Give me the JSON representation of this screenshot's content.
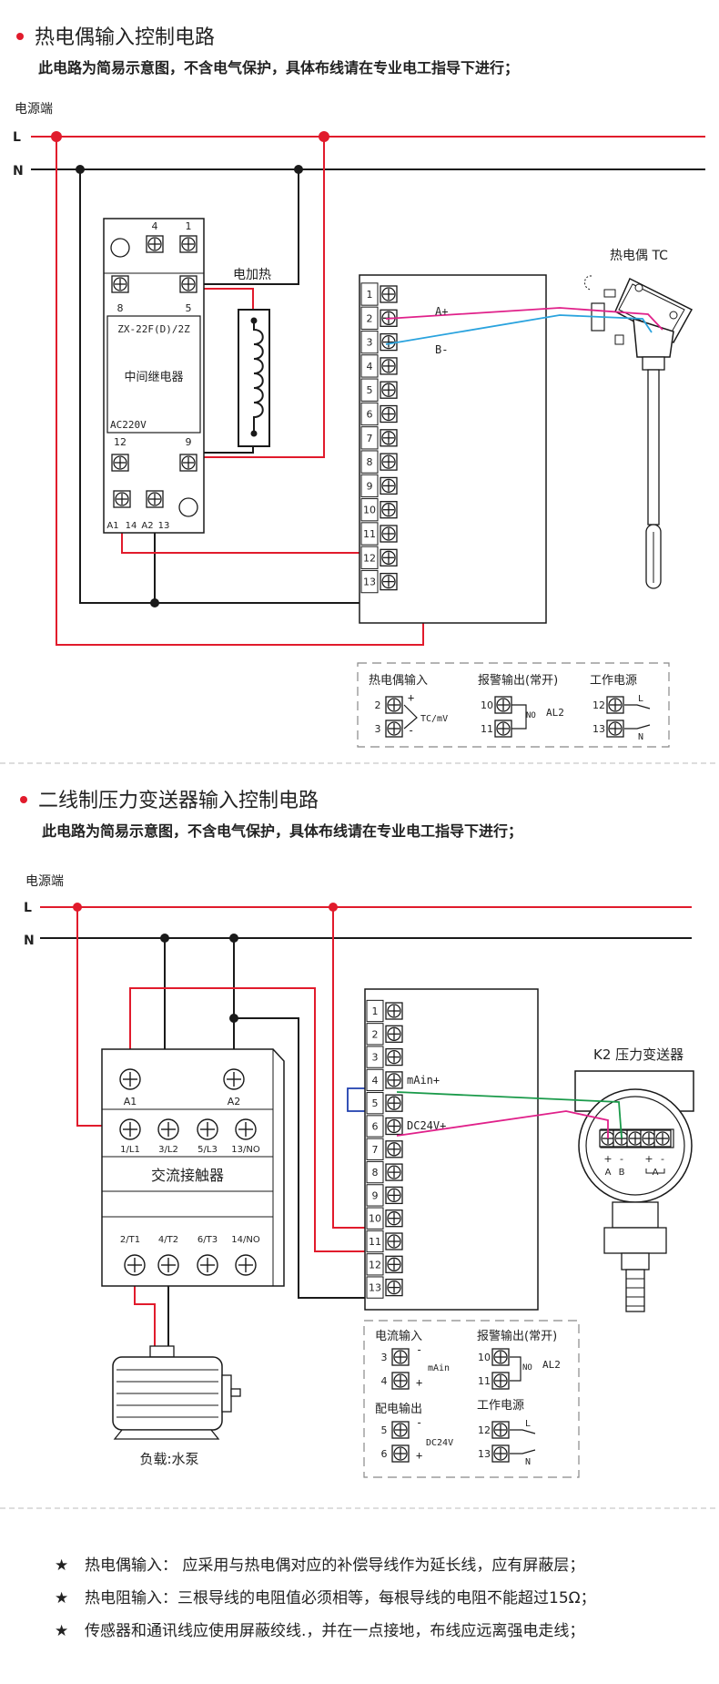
{
  "section1": {
    "title": "热电偶输入控制电路",
    "subtitle": "此电路为简易示意图，不含电气保护，具体布线请在专业电工指导下进行；",
    "power_label": "电源端",
    "L": "L",
    "N": "N",
    "relay": {
      "top_nums": [
        "4",
        "1"
      ],
      "mid_nums": [
        "8",
        "5"
      ],
      "model": "ZX-22F(D)/2Z",
      "name": "中间继电器",
      "voltage": "AC220V",
      "low_nums": [
        "12",
        "9"
      ],
      "bottom_labels": [
        "A1",
        "14",
        "A2",
        "13"
      ]
    },
    "heater_label": "电加热",
    "terminals": [
      "1",
      "2",
      "3",
      "4",
      "5",
      "6",
      "7",
      "8",
      "9",
      "10",
      "11",
      "12",
      "13"
    ],
    "wire_a": "A+",
    "wire_b": "B-",
    "sensor_label": "热电偶 TC",
    "legend": {
      "g1_title": "热电偶输入",
      "g1_nums": [
        "2",
        "3"
      ],
      "g1_signs": [
        "+",
        "-"
      ],
      "g1_signal": "TC/mV",
      "g2_title": "报警输出(常开)",
      "g2_nums": [
        "10",
        "11"
      ],
      "g2_no": "NO",
      "g2_out": "AL2",
      "g3_title": "工作电源",
      "g3_nums": [
        "12",
        "13"
      ],
      "g3_lines": [
        "L",
        "N"
      ]
    }
  },
  "section2": {
    "title": "二线制压力变送器输入控制电路",
    "subtitle": "此电路为简易示意图，不含电气保护，具体布线请在专业电工指导下进行；",
    "power_label": "电源端",
    "L": "L",
    "N": "N",
    "contactor": {
      "coil_labels": [
        "A1",
        "A2"
      ],
      "top_labels": [
        "1/L1",
        "3/L2",
        "5/L3",
        "13/NO"
      ],
      "name": "交流接触器",
      "bottom_labels": [
        "2/T1",
        "4/T2",
        "6/T3",
        "14/NO"
      ]
    },
    "terminals": [
      "1",
      "2",
      "3",
      "4",
      "5",
      "6",
      "7",
      "8",
      "9",
      "10",
      "11",
      "12",
      "13"
    ],
    "terminal_notes": [
      "mAin+",
      "DC24V+"
    ],
    "transmitter_label": "K2 压力变送器",
    "transmitter_signs": [
      "+",
      "-",
      "+",
      "-"
    ],
    "transmitter_ab": [
      "A",
      "B",
      "A"
    ],
    "load_label": "负载:水泵",
    "legend": {
      "g1_title": "电流输入",
      "g1_nums": [
        "3",
        "4"
      ],
      "g1_signs": [
        "-",
        "+"
      ],
      "g1_signal": "mAin",
      "g2_title": "报警输出(常开)",
      "g2_nums": [
        "10",
        "11"
      ],
      "g2_no": "NO",
      "g2_out": "AL2",
      "g3_title": "配电输出",
      "g3_nums": [
        "5",
        "6"
      ],
      "g3_signs": [
        "-",
        "+"
      ],
      "g3_signal": "DC24V",
      "g4_title": "工作电源",
      "g4_nums": [
        "12",
        "13"
      ],
      "g4_lines": [
        "L",
        "N"
      ]
    }
  },
  "notes": [
    {
      "star": "★",
      "text": "热电偶输入：  应采用与热电偶对应的补偿导线作为延长线，应有屏蔽层；"
    },
    {
      "star": "★",
      "text": "热电阻输入：三根导线的电阻值必须相等，每根导线的电阻不能超过15Ω；"
    },
    {
      "star": "★",
      "text": "传感器和通讯线应使用屏蔽绞线.，并在一点接地，布线应远离强电走线；"
    }
  ],
  "colors": {
    "red": "#e11b2c",
    "black": "#1a1a1a",
    "magenta": "#e0218a",
    "cyan": "#2aa3de",
    "green": "#1a9a4a",
    "blue": "#1f3fae"
  }
}
